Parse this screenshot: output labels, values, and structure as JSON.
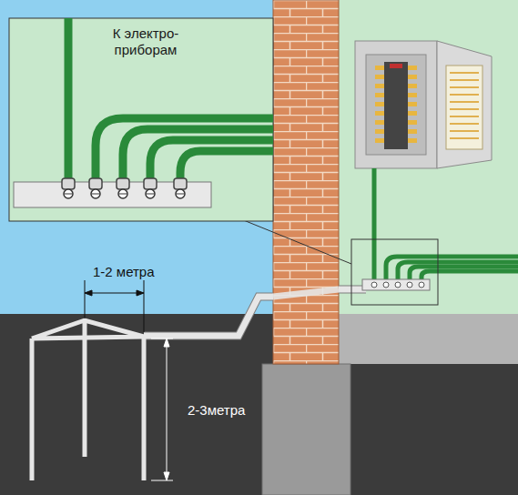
{
  "diagram": {
    "labels": [
      "К электро- приборам",
      "1-2 метра",
      "2-3метра"
    ]
  }
}
